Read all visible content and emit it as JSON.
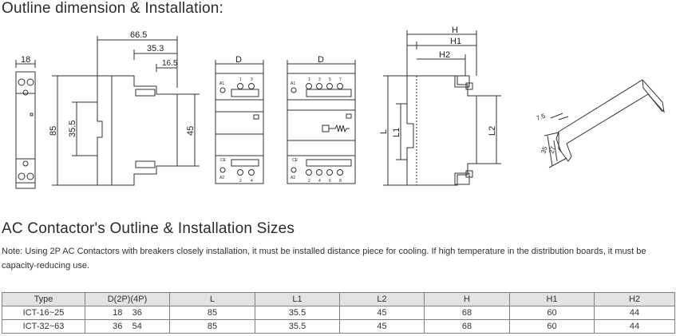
{
  "headings": {
    "outline": "Outline dimension & Installation:",
    "sizes": "AC Contactor's Outline & Installation Sizes"
  },
  "note": "Note: Using 2P AC Contactors with breakers closely installation, it must be installed distance piece for cooling. If high temperature in the distribution boards, it must be capacity-reducing use.",
  "dimensions": {
    "front_width": "18",
    "side_width_total": "66.5",
    "side_width_mid": "35.3",
    "side_width_small": "16.5",
    "height_total": "85",
    "height_inner": "35.5",
    "height_rail": "45",
    "width_2p": "D",
    "width_4p": "D",
    "H": "H",
    "H1": "H1",
    "H2": "H2",
    "L": "L",
    "L1": "L1",
    "L2": "L2",
    "rail_a": "7.5",
    "rail_b": "35",
    "rail_c": "27"
  },
  "terminals": {
    "top_2p": [
      "1",
      "3"
    ],
    "bottom_2p": [
      "2",
      "4"
    ],
    "top_4p": [
      "1",
      "3",
      "5",
      "7"
    ],
    "bottom_4p": [
      "2",
      "4",
      "6",
      "8"
    ],
    "coil_top": "A1",
    "coil_bottom": "A2",
    "mark": "CE"
  },
  "table": {
    "headers": [
      "Type",
      "D(2P)(4P)",
      "L",
      "L1",
      "L2",
      "H",
      "H1",
      "H2"
    ],
    "rows": [
      {
        "type": "ICT-16~25",
        "d2p": "18",
        "d4p": "36",
        "L": "85",
        "L1": "35.5",
        "L2": "45",
        "H": "68",
        "H1": "60",
        "H2": "44"
      },
      {
        "type": "ICT-32~63",
        "d2p": "36",
        "d4p": "54",
        "L": "85",
        "L1": "35.5",
        "L2": "45",
        "H": "68",
        "H1": "60",
        "H2": "44"
      }
    ]
  }
}
